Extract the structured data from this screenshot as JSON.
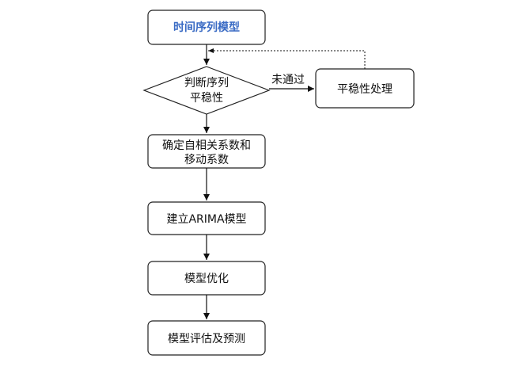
{
  "nodes": {
    "start": {
      "label": "时间序列模型"
    },
    "decision": {
      "line1": "判断序列",
      "line2": "平稳性"
    },
    "stationary": {
      "label": "平稳性处理"
    },
    "acf": {
      "line1": "确定自相关系数和",
      "line2": "移动系数"
    },
    "build": {
      "label": "建立ARIMA模型"
    },
    "optimize": {
      "label": "模型优化"
    },
    "evaluate": {
      "label": "模型评估及预测"
    }
  },
  "edges": {
    "fail_label": "未通过"
  },
  "colors": {
    "title_text": "#3a6bc4",
    "stroke": "#222222"
  }
}
